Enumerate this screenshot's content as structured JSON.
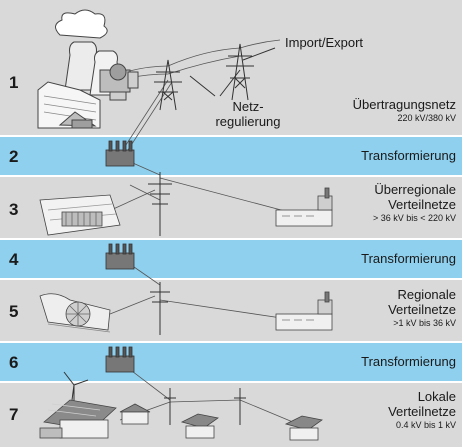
{
  "levels": [
    {
      "number": "1",
      "title": "Übertragungsnetz",
      "voltage": "220 kV/380 kV"
    },
    {
      "number": "2",
      "title": "Transformierung"
    },
    {
      "number": "3",
      "title_line1": "Überregionale",
      "title_line2": "Verteilnetze",
      "voltage": "> 36 kV bis < 220 kV"
    },
    {
      "number": "4",
      "title": "Transformierung"
    },
    {
      "number": "5",
      "title_line1": "Regionale",
      "title_line2": "Verteilnetze",
      "voltage": ">1 kV bis 36 kV"
    },
    {
      "number": "6",
      "title": "Transformierung"
    },
    {
      "number": "7",
      "title_line1": "Lokale",
      "title_line2": "Verteilnetze",
      "voltage": "0.4 kV bis 1 kV"
    }
  ],
  "annotations": {
    "import_export": "Import/Export",
    "netz_line1": "Netz-",
    "netz_line2": "regulierung"
  },
  "colors": {
    "background": "#d9d9d9",
    "band": "#8fd0ee",
    "divider": "#ffffff",
    "line": "#3a3a3a"
  }
}
